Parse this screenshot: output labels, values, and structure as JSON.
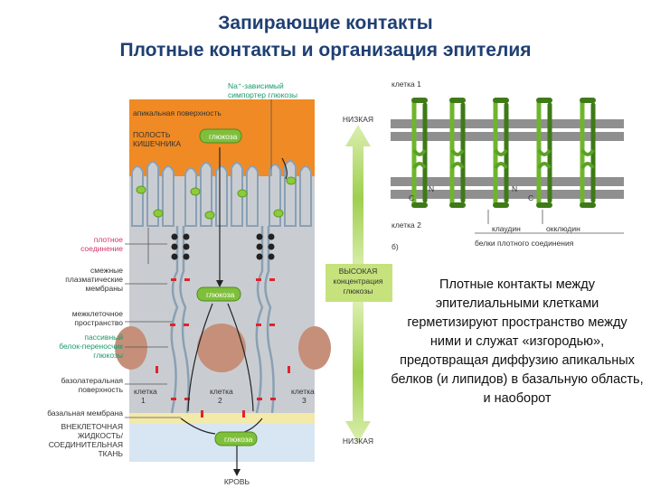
{
  "title": {
    "line1": "Запирающие контакты",
    "line2": "Плотные контакты и организация эпителия"
  },
  "caption": "Плотные контакты между эпителиальными клетками герметизируют пространство между ними и служат «изгородью», предотвращая диффузию апикальных белков (и липидов) в базальную область, и наоборот",
  "labels_left": {
    "symporter_1": "Na⁺-зависимый",
    "symporter_2": "симпортер глюкозы",
    "apical_surface": "апикальная поверхность",
    "lumen_1": "ПОЛОСТЬ",
    "lumen_2": "КИШЕЧНИКА",
    "tight_1": "плотное",
    "tight_2": "соединение",
    "adjacent_1": "смежные",
    "adjacent_2": "плазматические",
    "adjacent_3": "мембраны",
    "intercell_1": "межклеточное",
    "intercell_2": "пространство",
    "passive_1": "пассивный",
    "passive_2": "белок-переносчик",
    "passive_3": "глюкозы",
    "basolateral_1": "базолатеральная",
    "basolateral_2": "поверхность",
    "basal_membrane": "базальная мембрана",
    "ecf_1": "ВНЕКЛЕТОЧНАЯ",
    "ecf_2": "ЖИДКОСТЬ/",
    "ecf_3": "СОЕДИНИТЕЛЬНАЯ",
    "ecf_4": "ТКАНЬ",
    "blood": "КРОВЬ"
  },
  "labels_inner": {
    "glucose_top": "глюкоза",
    "glucose_mid": "глюкоза",
    "glucose_bottom": "глюкоза",
    "cell1_a": "клетка",
    "cell1_b": "1",
    "cell2_a": "клетка",
    "cell2_b": "2",
    "cell3_a": "клетка",
    "cell3_b": "3"
  },
  "gradient": {
    "low_top": "НИЗКАЯ",
    "high_1": "ВЫСОКАЯ",
    "high_2": "концентрация",
    "high_3": "глюкозы",
    "low_bottom": "НИЗКАЯ"
  },
  "inset": {
    "cell1": "клетка 1",
    "cell2": "клетка 2",
    "c_left": "C",
    "n_left": "N",
    "c_right": "C",
    "n_right": "N",
    "claudin": "клаудин",
    "occludin": "окклюдин",
    "proteins": "белки плотного соединения",
    "panel": "б)"
  },
  "colors": {
    "title": "#1f3f73",
    "lumen_orange": "#f08a24",
    "cell_grey": "#c9cdd2",
    "membrane_green": "#8ccb3c",
    "gradient_green": "#b9dc6a",
    "nucleus": "#c58f79",
    "junction_red": "#e0232a",
    "tight_black": "#222222",
    "pink_label": "#d6336c"
  }
}
